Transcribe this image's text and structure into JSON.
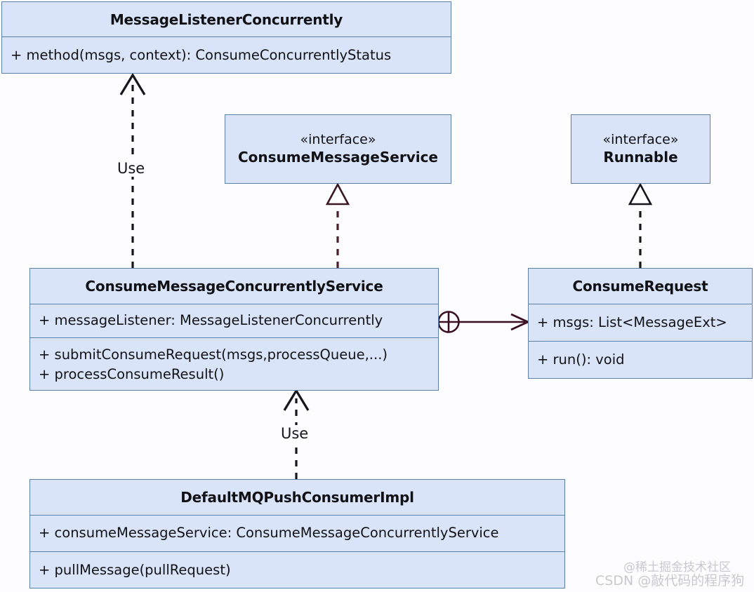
{
  "diagram": {
    "title": "RocketMQ ConsumeMessageConcurrentlyService UML class diagram",
    "background_color": "#fdfdff",
    "box_fill_color": "#d9e4f8",
    "box_border_color": "#5b7fa6",
    "realization_line_color": "#4a1f2a",
    "association_line_color": "#3a1020"
  },
  "classes": {
    "message_listener_concurrently": {
      "name": "MessageListenerConcurrently",
      "members": [
        "+ method(msgs, context): ConsumeConcurrentlyStatus"
      ]
    },
    "consume_message_service": {
      "stereotype": "«interface»",
      "name": "ConsumeMessageService"
    },
    "runnable": {
      "stereotype": "«interface»",
      "name": "Runnable"
    },
    "consume_message_concurrently_service": {
      "name": "ConsumeMessageConcurrentlyService",
      "attributes": [
        "+ messageListener: MessageListenerConcurrently"
      ],
      "operations": [
        "+ submitConsumeRequest(msgs,processQueue,...)",
        "+ processConsumeResult()"
      ]
    },
    "consume_request": {
      "name": "ConsumeRequest",
      "attributes": [
        "+ msgs: List<MessageExt>"
      ],
      "operations": [
        "+ run(): void"
      ]
    },
    "default_mq_push_consumer_impl": {
      "name": "DefaultMQPushConsumerImpl",
      "attributes": [
        "+ consumeMessageService: ConsumeMessageConcurrentlyService"
      ],
      "operations": [
        "+ pullMessage(pullRequest)"
      ]
    }
  },
  "relationships": {
    "use_listener": {
      "label": "Use",
      "type": "dependency",
      "from": "ConsumeMessageConcurrentlyService",
      "to": "MessageListenerConcurrently"
    },
    "realize_service": {
      "label": "",
      "type": "realization",
      "from": "ConsumeMessageConcurrentlyService",
      "to": "ConsumeMessageService"
    },
    "realize_runnable": {
      "label": "",
      "type": "realization",
      "from": "ConsumeRequest",
      "to": "Runnable"
    },
    "nested_consume_request": {
      "label": "",
      "type": "containment",
      "from": "ConsumeMessageConcurrentlyService",
      "to": "ConsumeRequest"
    },
    "use_service": {
      "label": "Use",
      "type": "dependency",
      "from": "DefaultMQPushConsumerImpl",
      "to": "ConsumeMessageConcurrentlyService"
    }
  },
  "watermarks": {
    "juejin": "@稀土掘金技术社区",
    "csdn": "CSDN @敲代码的程序狗"
  }
}
